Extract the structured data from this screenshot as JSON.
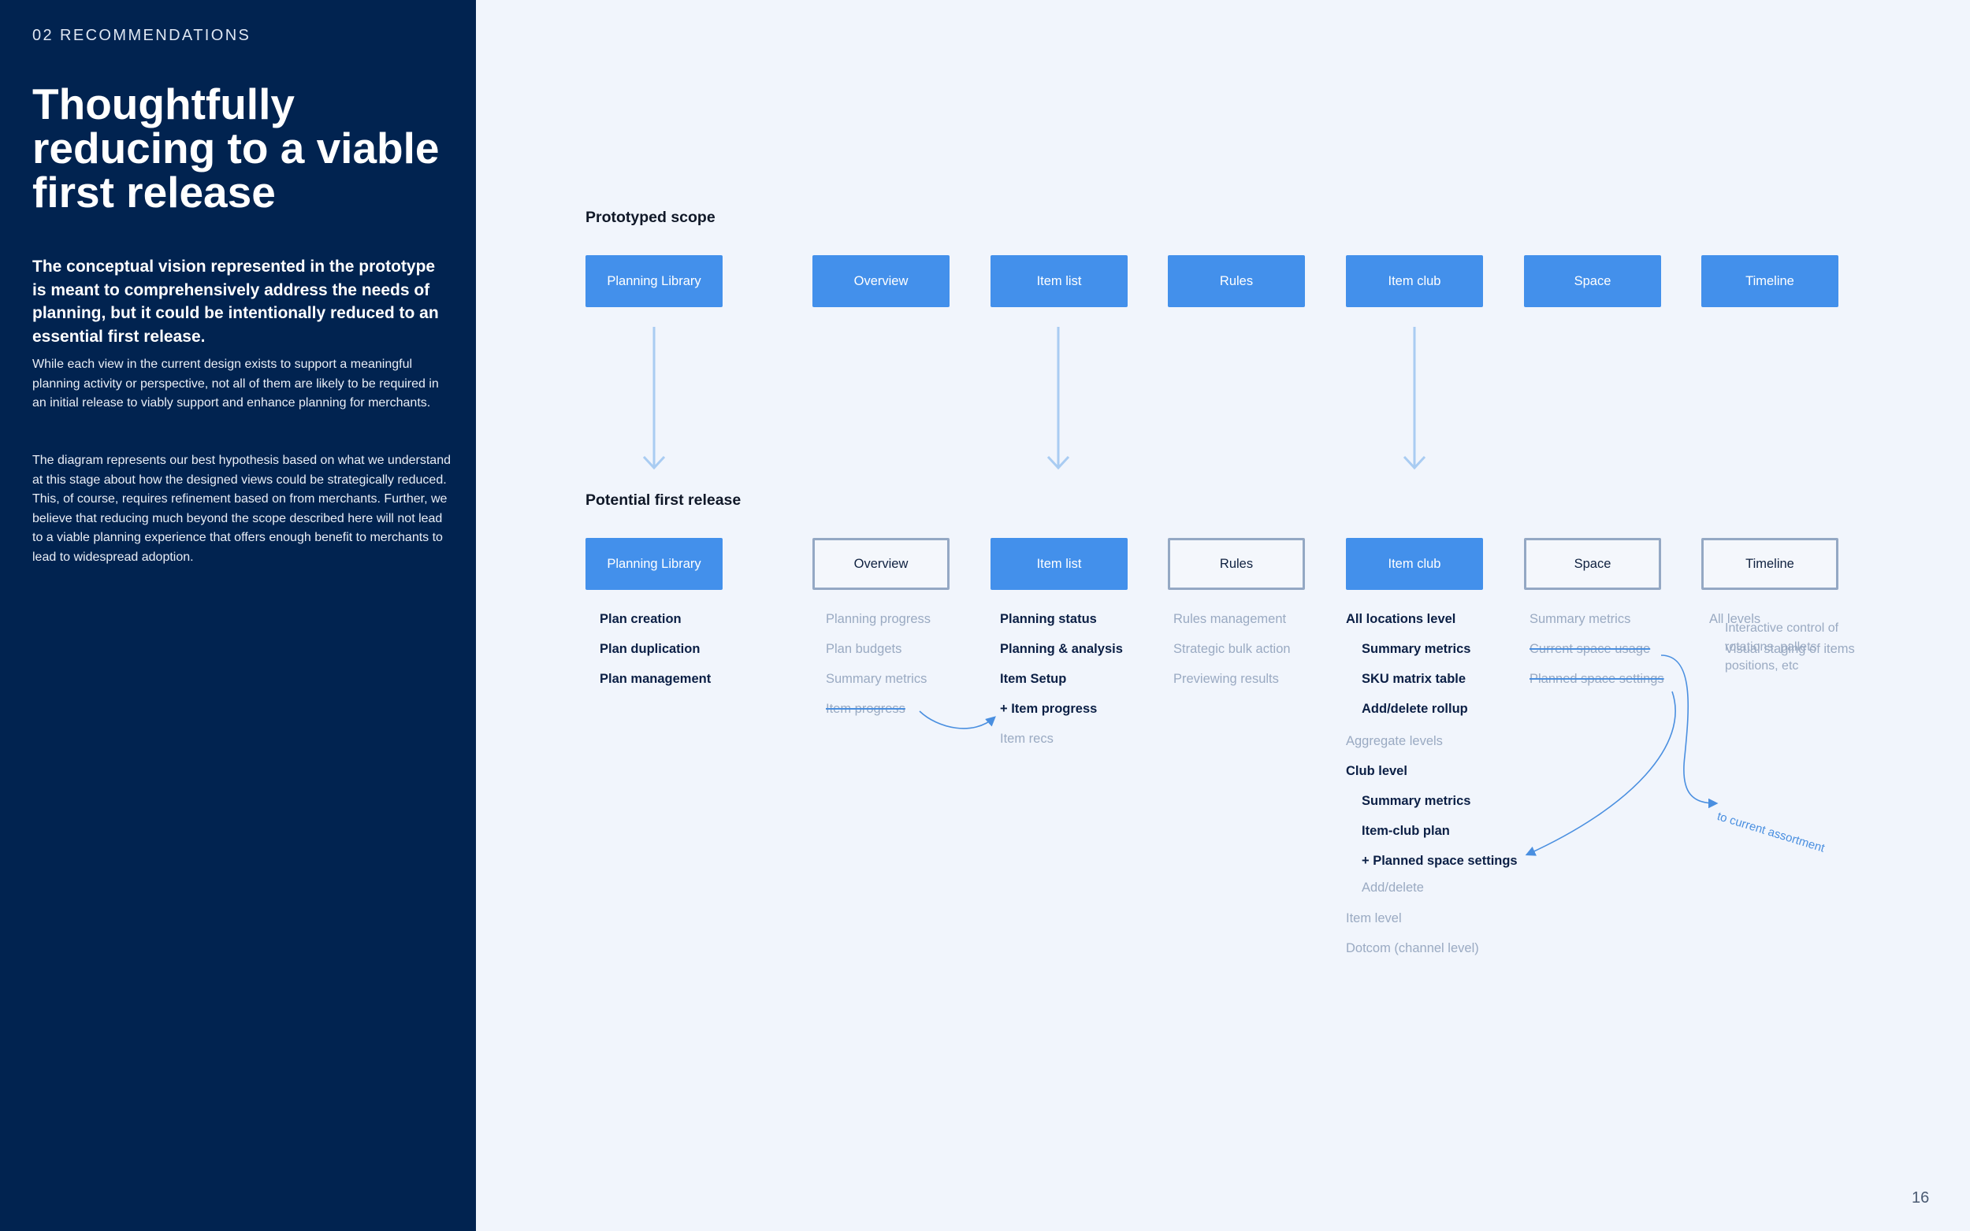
{
  "sidebar": {
    "eyebrow": "02 RECOMMENDATIONS",
    "title": "Thoughtfully reducing to a viable first release",
    "lead": "The conceptual vision represented in the prototype is meant to comprehensively address the needs of planning, but it could be intentionally reduced to an essential first release.",
    "paragraph1": "While each view in the current design exists to support a meaningful planning activity or perspective, not all of them are likely to be required in an initial release to viably support and enhance planning for merchants.",
    "paragraph2": "The diagram represents our best hypothesis based on what we understand at this stage about how the designed views could be strategically reduced. This, of course, requires refinement based on from merchants. Further, we believe that reducing much beyond the scope described here will not lead to a viable planning experience that offers enough benefit to merchants to lead to widespread adoption."
  },
  "diagram": {
    "prototyped_label": "Prototyped scope",
    "release_label": "Potential first release",
    "prototyped_nodes": [
      "Planning Library",
      "Overview",
      "Item list",
      "Rules",
      "Item club",
      "Space",
      "Timeline"
    ],
    "release_nodes": [
      {
        "label": "Planning Library",
        "kept": true
      },
      {
        "label": "Overview",
        "kept": false
      },
      {
        "label": "Item list",
        "kept": true
      },
      {
        "label": "Rules",
        "kept": false
      },
      {
        "label": "Item club",
        "kept": true
      },
      {
        "label": "Space",
        "kept": false
      },
      {
        "label": "Timeline",
        "kept": false
      }
    ],
    "planning_library_items": [
      "Plan creation",
      "Plan duplication",
      "Plan management"
    ],
    "overview_items": [
      "Planning progress",
      "Plan budgets",
      "Summary metrics",
      "Item progress"
    ],
    "item_list_items": [
      "Planning status",
      "Planning & analysis",
      "Item Setup",
      "+ Item progress",
      "Item recs"
    ],
    "rules_items": [
      "Rules management",
      "Strategic bulk action",
      "Previewing results"
    ],
    "item_club_items": [
      "All locations level",
      "Summary metrics",
      "SKU matrix table",
      "Add/delete rollup",
      "Aggregate levels",
      "Club level",
      "Summary metrics",
      "Item-club plan",
      "+ Planned space settings",
      "Add/delete",
      "Item level",
      "Dotcom (channel level)"
    ],
    "space_items": [
      "Summary metrics",
      "Current space usage",
      "Planned space settings"
    ],
    "timeline_items": [
      "All levels",
      "Visual staging of items"
    ],
    "timeline_note": [
      "Interactive control of",
      "rotations, pallets",
      "positions, etc"
    ],
    "annotation": "to current assortment"
  },
  "colors": {
    "sidebar_bg": "#012350",
    "page_bg": "#f1f5fc",
    "accent_blue": "#4390eb",
    "arrow_light_blue": "#a9ccf2",
    "muted_text": "#9aaac2",
    "dark_text": "#0b1f45"
  },
  "page_number": "16"
}
